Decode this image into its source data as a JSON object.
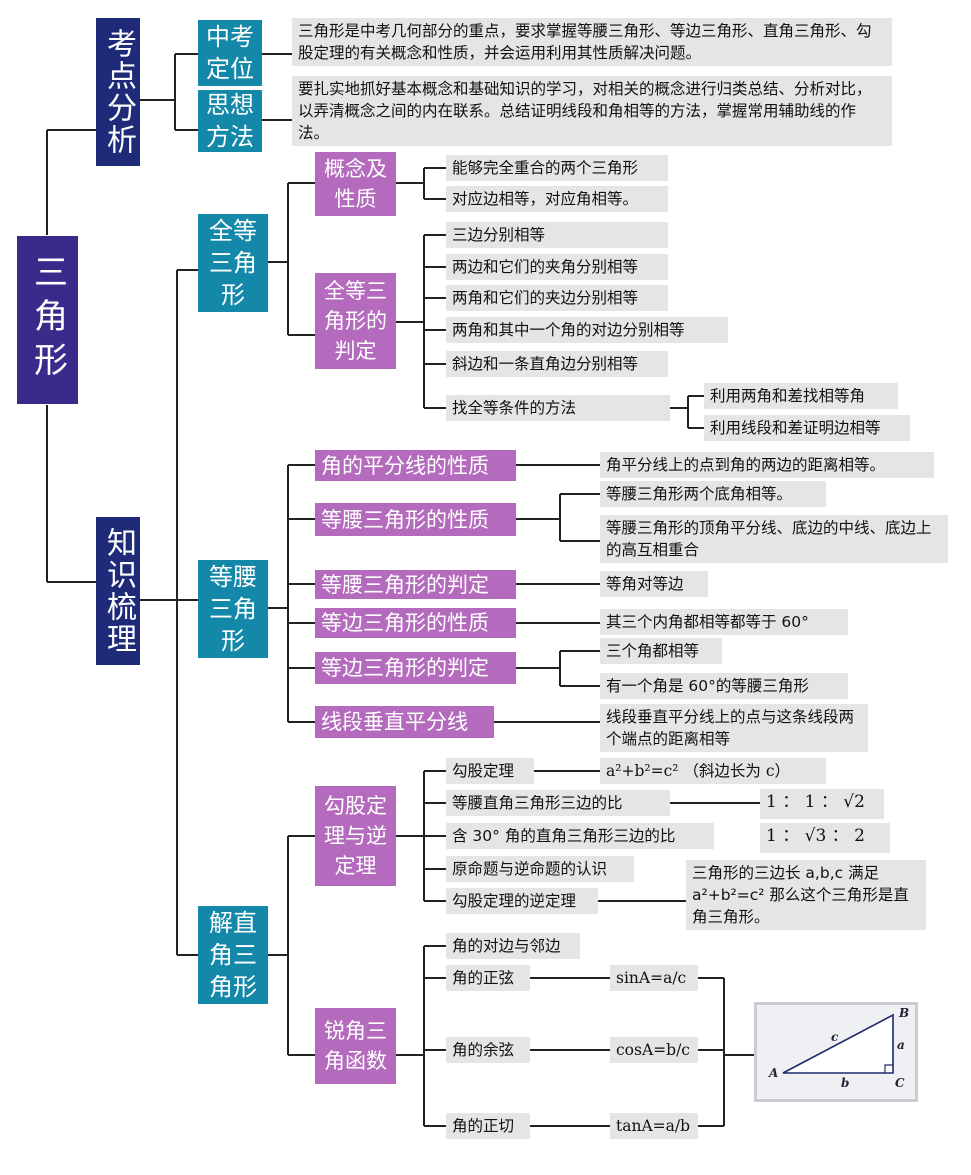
{
  "root": {
    "title": "三角形"
  },
  "analysis": {
    "title": "考点分析",
    "items": [
      {
        "label": "中考定位",
        "text": "三角形是中考几何部分的重点，要求掌握等腰三角形、等边三角形、直角三角形、勾股定理的有关概念和性质，并会运用利用其性质解决问题。"
      },
      {
        "label": "思想方法",
        "text": "要扎实地抓好基本概念和基础知识的学习，对相关的概念进行归类总结、分析对比，以弄清概念之间的内在联系。总结证明线段和角相等的方法，掌握常用辅助线的作法。"
      }
    ]
  },
  "knowledge": {
    "title": "知识梳理",
    "congruent": {
      "title": "全等三角形",
      "concept": {
        "label": "概念及性质",
        "items": [
          "能够完全重合的两个三角形",
          "对应边相等，对应角相等。"
        ]
      },
      "criteria": {
        "label": "全等三角形的判定",
        "items": [
          "三边分别相等",
          "两边和它们的夹角分别相等",
          "两角和它们的夹边分别相等",
          "两角和其中一个角的对边分别相等",
          "斜边和一条直角边分别相等",
          "找全等条件的方法"
        ],
        "methods": [
          "利用两角和差找相等角",
          "利用线段和差证明边相等"
        ]
      }
    },
    "isosceles": {
      "title": "等腰三角形",
      "items": [
        {
          "label": "角的平分线的性质",
          "details": [
            "角平分线上的点到角的两边的距离相等。"
          ]
        },
        {
          "label": "等腰三角形的性质",
          "details": [
            "等腰三角形两个底角相等。",
            "等腰三角形的顶角平分线、底边的中线、底边上的高互相重合"
          ]
        },
        {
          "label": "等腰三角形的判定",
          "details": [
            "等角对等边"
          ]
        },
        {
          "label": "等边三角形的性质",
          "details": [
            "其三个内角都相等都等于 60°"
          ]
        },
        {
          "label": "等边三角形的判定",
          "details": [
            "三个角都相等",
            "有一个角是 60°的等腰三角形"
          ]
        },
        {
          "label": "线段垂直平分线",
          "details": [
            "线段垂直平分线上的点与这条线段两个端点的距离相等"
          ]
        }
      ]
    },
    "right": {
      "title": "解直角三角形",
      "pythag": {
        "label": "勾股定理与逆定理",
        "items": [
          "勾股定理",
          "等腰直角三角形三边的比",
          "含 30° 角的直角三角形三边的比",
          "原命题与逆命题的认识",
          "勾股定理的逆定理"
        ],
        "formula": "a²+b²=c²  （斜边长为 c）",
        "ratio1": "1 ： 1 ： √2",
        "ratio2": "1 ： √3 ： 2",
        "converse": "三角形的三边长 a,b,c 满足 a²+b²=c² 那么这个三角形是直角三角形。"
      },
      "trig": {
        "label": "锐角三角函数",
        "items": [
          "角的对边与邻边",
          "角的正弦",
          "角的余弦",
          "角的正切"
        ],
        "formulas": [
          "sinA=a/c",
          "cosA=b/c",
          "tanA=a/b"
        ],
        "figure_labels": {
          "A": "A",
          "B": "B",
          "C": "C",
          "a": "a",
          "b": "b",
          "c": "c"
        }
      }
    }
  }
}
